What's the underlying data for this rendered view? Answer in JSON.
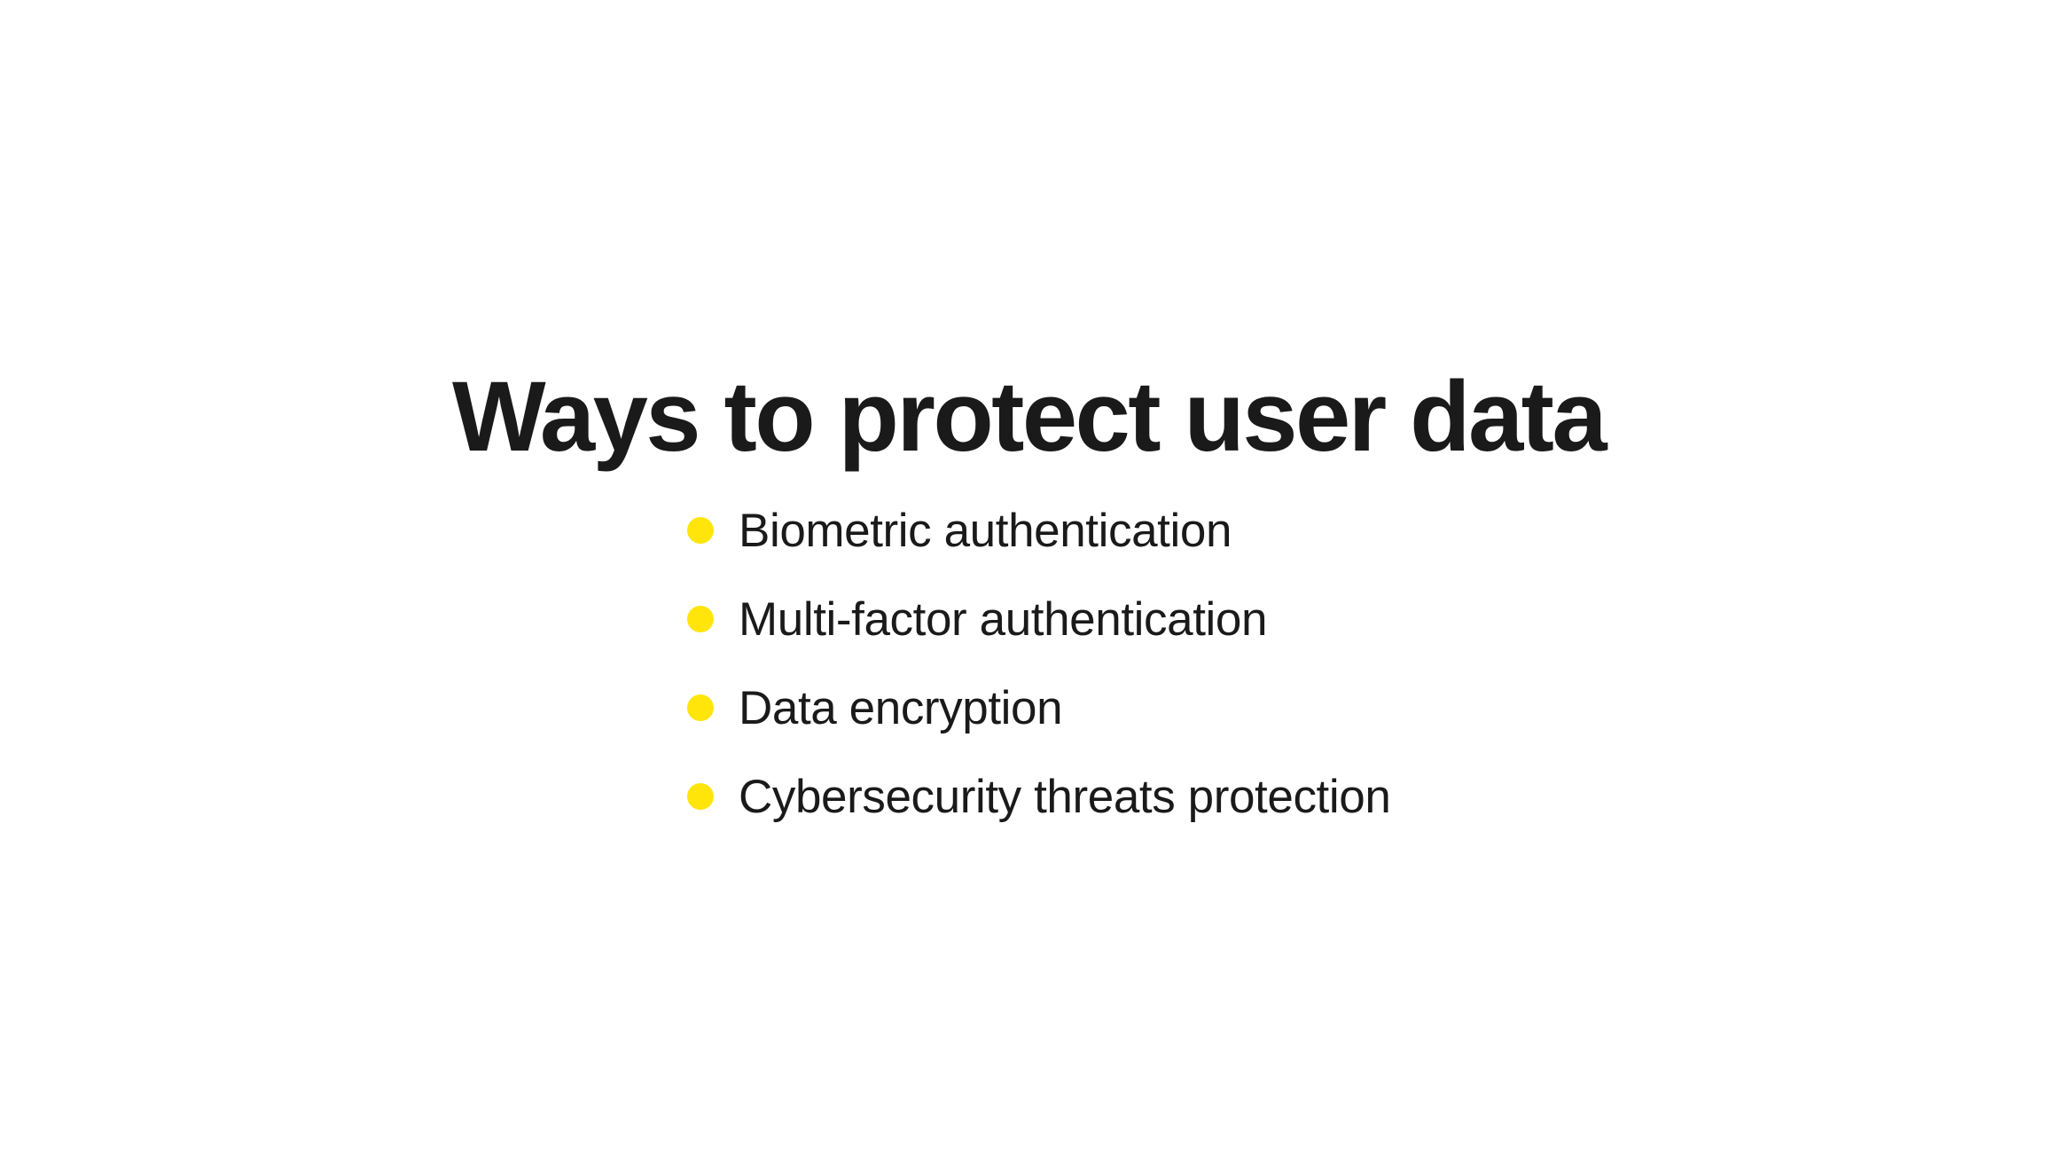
{
  "slide": {
    "background_color": "#FFFFFF",
    "text_color": "#1A1A1A",
    "accent_color": "#FFE50A",
    "title": "Ways to protect user data",
    "bullets": [
      {
        "label": "Biometric authentication",
        "marker": "bullet-dot-icon"
      },
      {
        "label": "Multi-factor authentication",
        "marker": "bullet-dot-icon"
      },
      {
        "label": "Data encryption",
        "marker": "bullet-dot-icon"
      },
      {
        "label": "Cybersecurity threats protection",
        "marker": "bullet-dot-icon"
      }
    ]
  }
}
